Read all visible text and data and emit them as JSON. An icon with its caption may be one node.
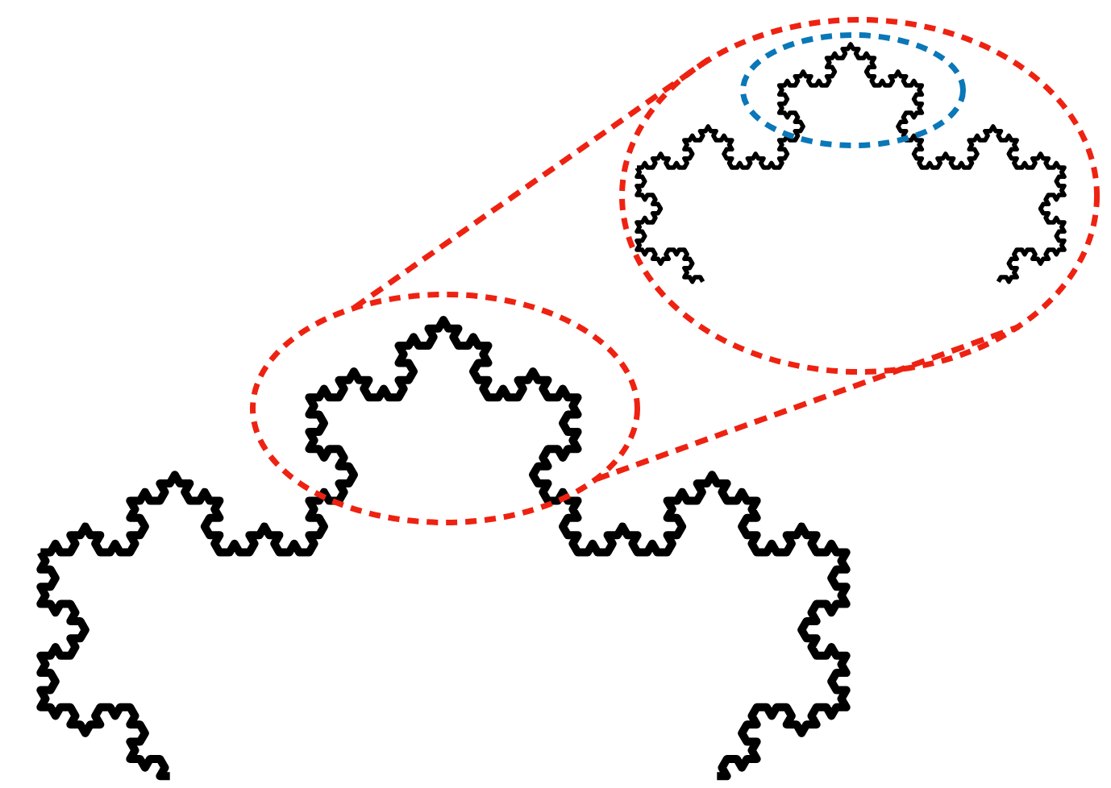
{
  "diagram": {
    "nodes": [
      {
        "text": [],
        "shape": "ellipse"
      },
      {
        "text": [],
        "shape": "ellipse"
      },
      {
        "text": [],
        "shape": "ellipse",
        "in": 1
      }
    ],
    "edges": [
      {
        "from": 0,
        "to": 1,
        "arrow": "none",
        "style": "dashed"
      },
      {
        "from": 0,
        "to": 1,
        "arrow": "none",
        "style": "dashed"
      }
    ]
  }
}
